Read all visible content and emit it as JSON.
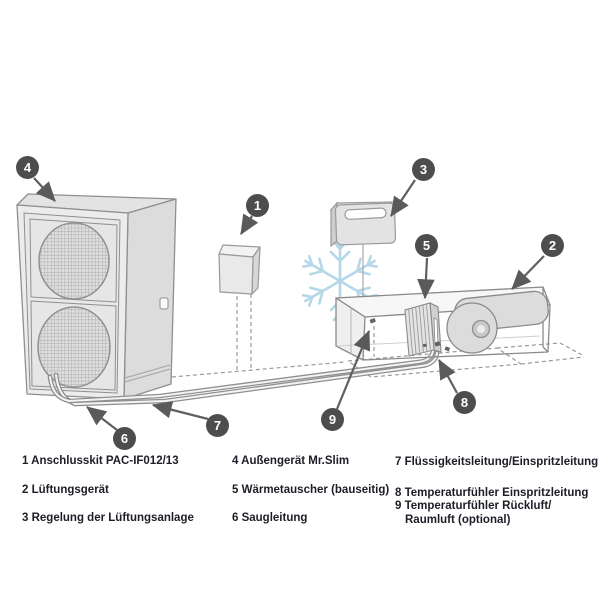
{
  "diagram": {
    "callouts": [
      "1",
      "2",
      "3",
      "4",
      "5",
      "6",
      "7",
      "8",
      "9"
    ],
    "snowflake_color": "#b5d7e8",
    "callout_bg": "#4d4d4d",
    "line_color": "#8f8f8f",
    "text_color": "#1d1d27"
  },
  "legend": {
    "col1": [
      "1 Anschlusskit PAC-IF012/13",
      "2 Lüftungsgerät",
      "3 Regelung der Lüftungsanlage"
    ],
    "col2": [
      "4 Außengerät Mr.Slim",
      "5 Wärmetauscher (bauseitig)",
      "6 Saugleitung"
    ],
    "col3": [
      "7 Flüssigkeitsleitung/Einspritzleitung",
      "8 Temperaturfühler Einspritzleitung",
      "9 Temperaturfühler Rückluft/",
      "Raumluft (optional)"
    ]
  }
}
